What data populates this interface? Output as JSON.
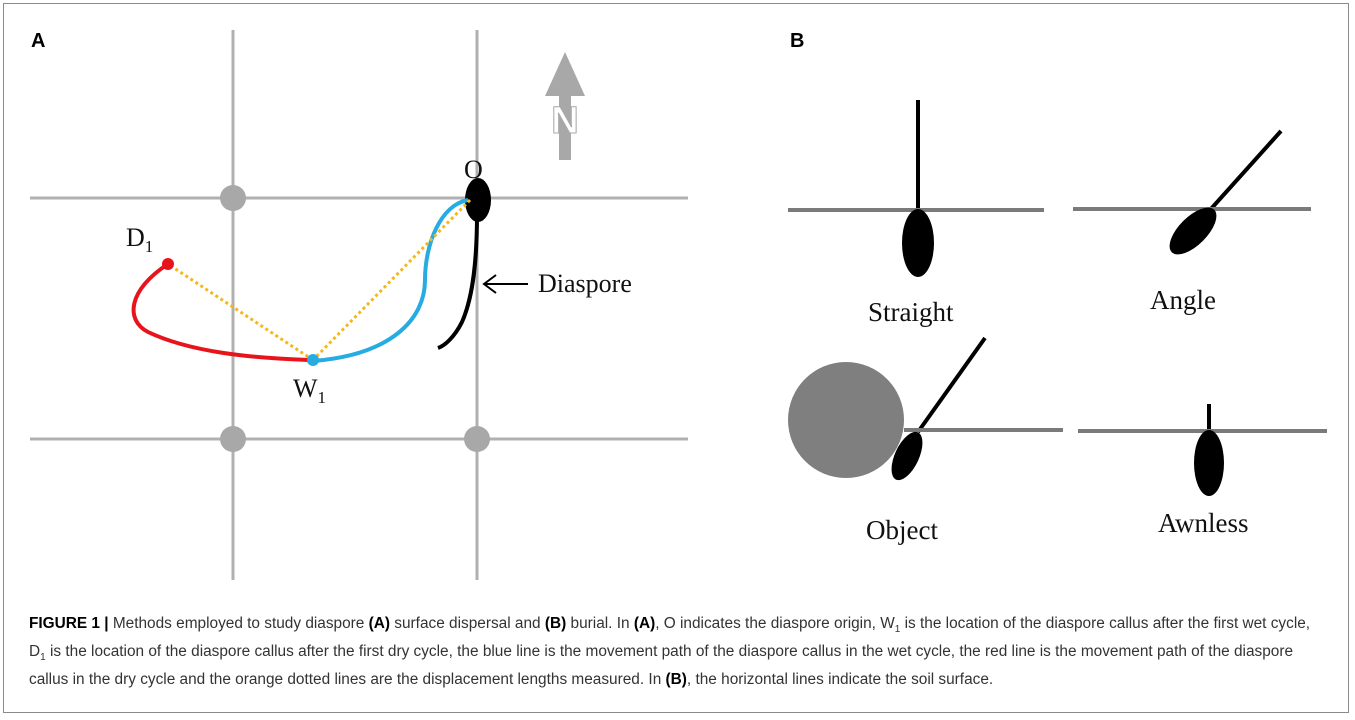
{
  "panel_a": {
    "letter": "A",
    "origin_label": "O",
    "dry_label": "D",
    "dry_sub": "1",
    "wet_label": "W",
    "wet_sub": "1",
    "diaspore_label": "Diaspore",
    "north_label": "N",
    "colors": {
      "grid": "#b0b0b0",
      "node": "#a8a8a8",
      "dry_path": "#e8141c",
      "wet_path": "#26abe2",
      "displacement": "#f5b81c",
      "north_arrow": "#a8a8a8"
    }
  },
  "panel_b": {
    "letter": "B",
    "labels": [
      "Straight",
      "Angle",
      "Object",
      "Awnless"
    ],
    "colors": {
      "soil": "#7a7a7a",
      "object": "#7f7f7f",
      "callus": "#000000"
    }
  },
  "caption": {
    "figure_label": "FIGURE 1 |",
    "s1": " Methods employed to study diaspore ",
    "a1": "(A)",
    "s2": " surface dispersal and ",
    "b1": "(B)",
    "s3": " burial. In ",
    "a2": "(A)",
    "s4": ", O indicates the diaspore origin, W",
    "w_sub": "1",
    "s5": " is the location of the diaspore callus after the first wet cycle, D",
    "d_sub": "1",
    "s6": " is the location of the diaspore callus after the first dry cycle, the blue line is the movement path of the diaspore callus in the wet cycle, the red line is the movement path of the diaspore callus in the dry cycle and the orange dotted lines are the displacement lengths measured. In ",
    "b2": "(B)",
    "s7": ", the horizontal lines indicate the soil surface."
  }
}
